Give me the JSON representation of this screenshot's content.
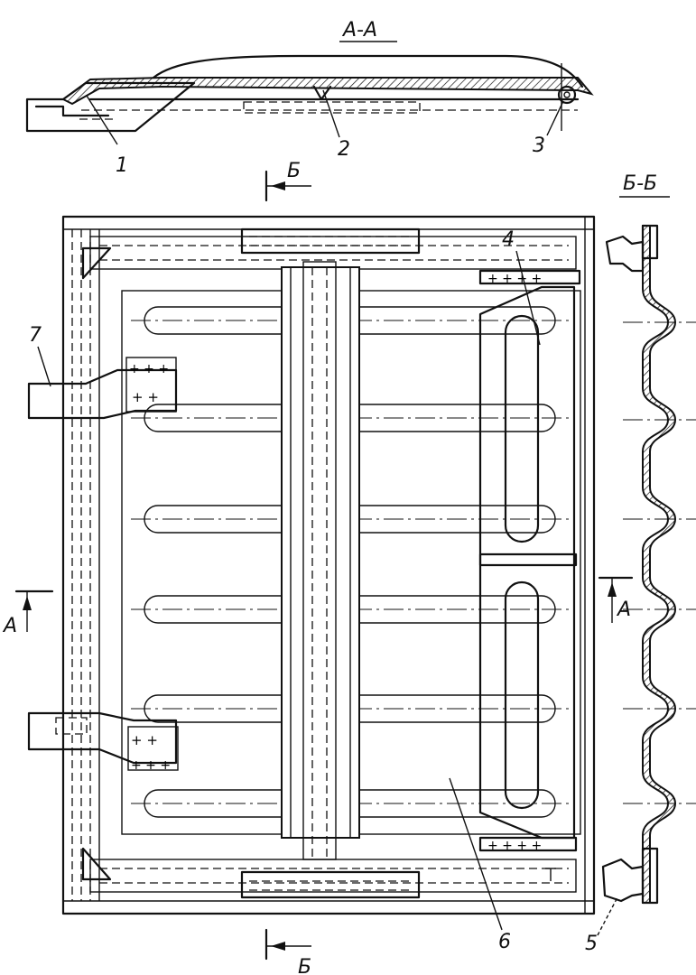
{
  "sections": {
    "aa_title": "A-A",
    "bb_title": "Б-Б"
  },
  "callouts": {
    "n1": "1",
    "n2": "2",
    "n3": "3",
    "n4": "4",
    "n5": "5",
    "n6": "6",
    "n7": "7"
  },
  "cut_marks": {
    "b_top": "Б",
    "b_bottom": "Б",
    "a_left": "A",
    "a_right": "A"
  }
}
